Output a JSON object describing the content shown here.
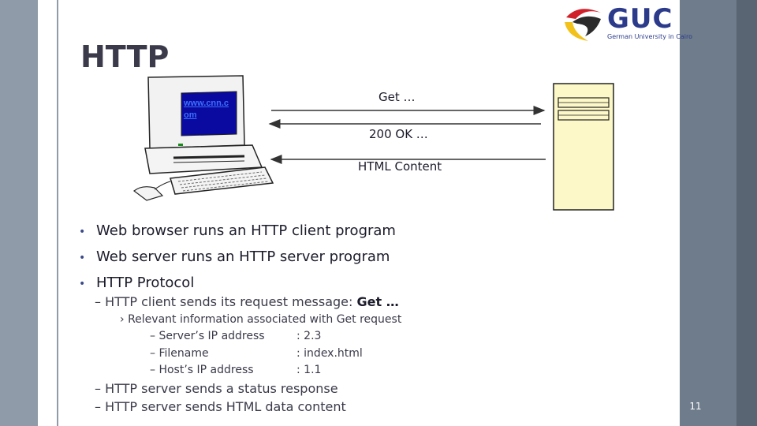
{
  "slide": {
    "title": "HTTP",
    "page_number": "11",
    "logo": {
      "text": "GUC",
      "subtitle": "German University in Cairo"
    },
    "computer": {
      "screen_url": "www.cnn.com"
    },
    "messages": {
      "request": "Get …",
      "status": "200 OK …",
      "content": "HTML Content"
    },
    "bullets": [
      "Web browser runs an HTTP client program",
      "Web server runs an HTTP server program",
      "HTTP Protocol"
    ],
    "protocol": {
      "request_prefix": "HTTP client sends its request message:",
      "request_strong": "Get …",
      "info_heading": "Relevant information associated with Get request",
      "details": [
        {
          "label": "Server’s IP address",
          "value": ": 2.3"
        },
        {
          "label": "Filename",
          "value": ": index.html"
        },
        {
          "label": "Host’s IP address",
          "value": ": 1.1"
        }
      ],
      "status_line": "HTTP server sends a status response",
      "content_line": "HTTP server sends HTML data content"
    },
    "colors": {
      "left_bar": "#8f9ba8",
      "right_panel": "#6f7c8c",
      "logo_blue": "#2b3a8a",
      "logo_red": "#d0202a",
      "logo_yellow": "#f2c21b",
      "server_fill": "#fdf8c8",
      "link_blue": "#3a6fff"
    }
  }
}
